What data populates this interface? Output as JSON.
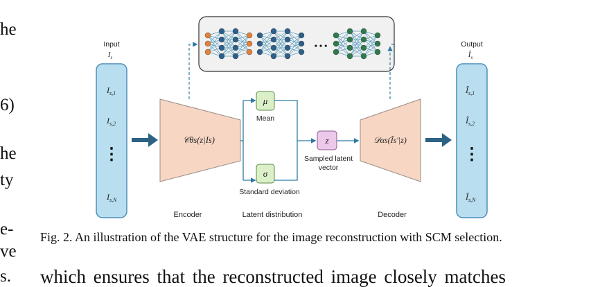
{
  "left_column": [
    "he",
    "6)",
    "he",
    "ty",
    "e-",
    "ve",
    "s."
  ],
  "figure": {
    "input_title": "Input",
    "input_symbol": "I",
    "input_sub": "s",
    "input_rows": [
      {
        "main": "I",
        "sub": "s,1"
      },
      {
        "main": "I",
        "sub": "s,2"
      },
      {
        "main": "I",
        "sub": "s,N"
      }
    ],
    "output_title": "Output",
    "output_symbol": "Î",
    "output_sub": "s",
    "output_rows": [
      {
        "main": "Î",
        "sub": "s,1"
      },
      {
        "main": "Î",
        "sub": "s,2"
      },
      {
        "main": "Î",
        "sub": "s,N"
      }
    ],
    "vdots": "⋮",
    "ellipsis": "• • •",
    "encoder_formula": "𝒞θs(z|Is)",
    "decoder_formula": "𝒟αs(Îs′|z)",
    "mu_symbol": "μ",
    "mean_label": "Mean",
    "sigma_symbol": "σ",
    "std_label": "Standard deviation",
    "z_symbol": "z",
    "sampled_label_1": "Sampled latent",
    "sampled_label_2": "vector",
    "encoder_label": "Encoder",
    "latent_label": "Latent distribution",
    "decoder_label": "Decoder",
    "colors": {
      "io_fill": "#b9def0",
      "io_stroke": "#4a8fb8",
      "trap_fill": "#f7d6c4",
      "trap_stroke": "#9a8c86",
      "arrow": "#2d6285",
      "line": "#2e7aa3",
      "mu_fill": "#dbf0c8",
      "z_fill": "#ecc8ea",
      "node_orange": "#e2823a",
      "node_blue": "#2d5f8a",
      "node_green": "#2f7a4a",
      "nn_box": "#f1f1f1"
    }
  },
  "caption": "Fig. 2.  An illustration of the VAE structure for the image reconstruction with SCM selection.",
  "body_text": "which ensures that the reconstructed image closely matches"
}
